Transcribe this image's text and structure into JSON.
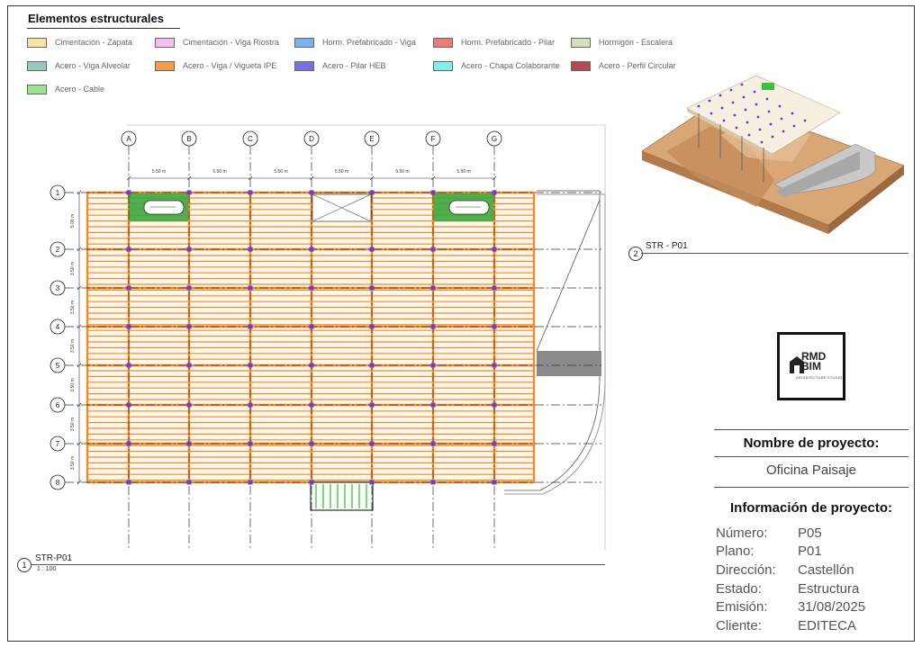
{
  "legend": {
    "title": "Elementos estructurales",
    "items": [
      {
        "label": "Cimentación - Zapata",
        "color": "#f8e3a7"
      },
      {
        "label": "Cimentación - Viga Riostra",
        "color": "#f6bdf0"
      },
      {
        "label": "Horm. Prefabricado - Viga",
        "color": "#7ab3e8"
      },
      {
        "label": "Horm. Prefabricado - Pilar",
        "color": "#ee7b7b"
      },
      {
        "label": "Hormigón - Escalera",
        "color": "#d4dfc0"
      },
      {
        "label": "Acero - Viga Alveolar",
        "color": "#98c8c4"
      },
      {
        "label": "Acero - Viga / Vigueta IPE",
        "color": "#f79d4a"
      },
      {
        "label": "Acero - Pilar HEB",
        "color": "#7a6fde"
      },
      {
        "label": "Acero - Chapa Colaborante",
        "color": "#7ff1ec"
      },
      {
        "label": "Acero - Perfil Circular",
        "color": "#b24a52"
      },
      {
        "label": "Acero - Cable",
        "color": "#9fe38e"
      }
    ]
  },
  "grid": {
    "columns": [
      "A",
      "B",
      "C",
      "D",
      "E",
      "F",
      "G"
    ],
    "rows": [
      "1",
      "2",
      "3",
      "4",
      "5",
      "6",
      "7",
      "8"
    ],
    "col_spacing_labels": [
      "5.50 m",
      "5.50 m",
      "5.50 m",
      "5.50 m",
      "5.50 m",
      "5.50 m"
    ],
    "row_spacing_labels": [
      "5.00 m",
      "3.50 m",
      "3.50 m",
      "3.50 m",
      "3.50 m",
      "3.50 m",
      "3.50 m"
    ]
  },
  "views": {
    "plan": {
      "number": "1",
      "name": "STR-P01",
      "scale": "1 : 100"
    },
    "iso": {
      "number": "2",
      "name": "STR - P01"
    }
  },
  "logo": {
    "line1": "RMD",
    "line2": "BIM",
    "sub": "ARCHITECTURE STUDIO"
  },
  "title_block": {
    "project_heading": "Nombre de proyecto:",
    "project_name": "Oficina Paisaje",
    "info_heading": "Información de proyecto:",
    "fields": [
      {
        "key": "Número:",
        "value": "P05"
      },
      {
        "key": "Plano:",
        "value": "P01"
      },
      {
        "key": "Dirección:",
        "value": "Castellón"
      },
      {
        "key": "Estado:",
        "value": "Estructura"
      },
      {
        "key": "Emisión:",
        "value": "31/08/2025"
      },
      {
        "key": "Cliente:",
        "value": "EDITECA"
      }
    ]
  },
  "colors": {
    "beam": "#f08a24",
    "column": "#6b3fd1",
    "grid_line": "#333333",
    "planter": "#3ca63c",
    "stair": "#3fd13f"
  }
}
